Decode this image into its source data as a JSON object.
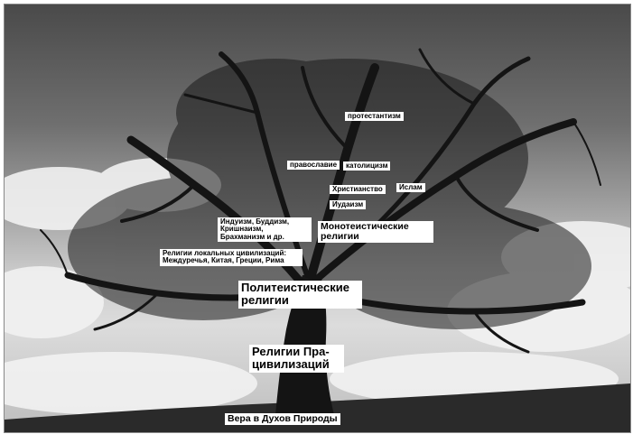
{
  "labels": {
    "protestantism": "протестантизм",
    "orthodoxy": "православие",
    "catholicism": "католицизм",
    "christianity": "Христианство",
    "islam": "Ислам",
    "judaism": "Иудаизм",
    "eastern": "Индуизм, Буддизм, Кришнаизм, Брахманизм и др.",
    "monotheistic": "Монотеистические религии",
    "local_civilizations": "Религии локальных цивилизаций: Междуречья, Китая, Греции, Рима",
    "polytheistic": "Политеистические религии",
    "pre_civilizations": "Религии Пра-цивилизаций",
    "nature_spirits": "Вера в Духов Природы"
  },
  "colors": {
    "label_bg": "#ffffff",
    "label_text": "#000000",
    "tree": "#141414",
    "ground": "#2a2a2a"
  }
}
